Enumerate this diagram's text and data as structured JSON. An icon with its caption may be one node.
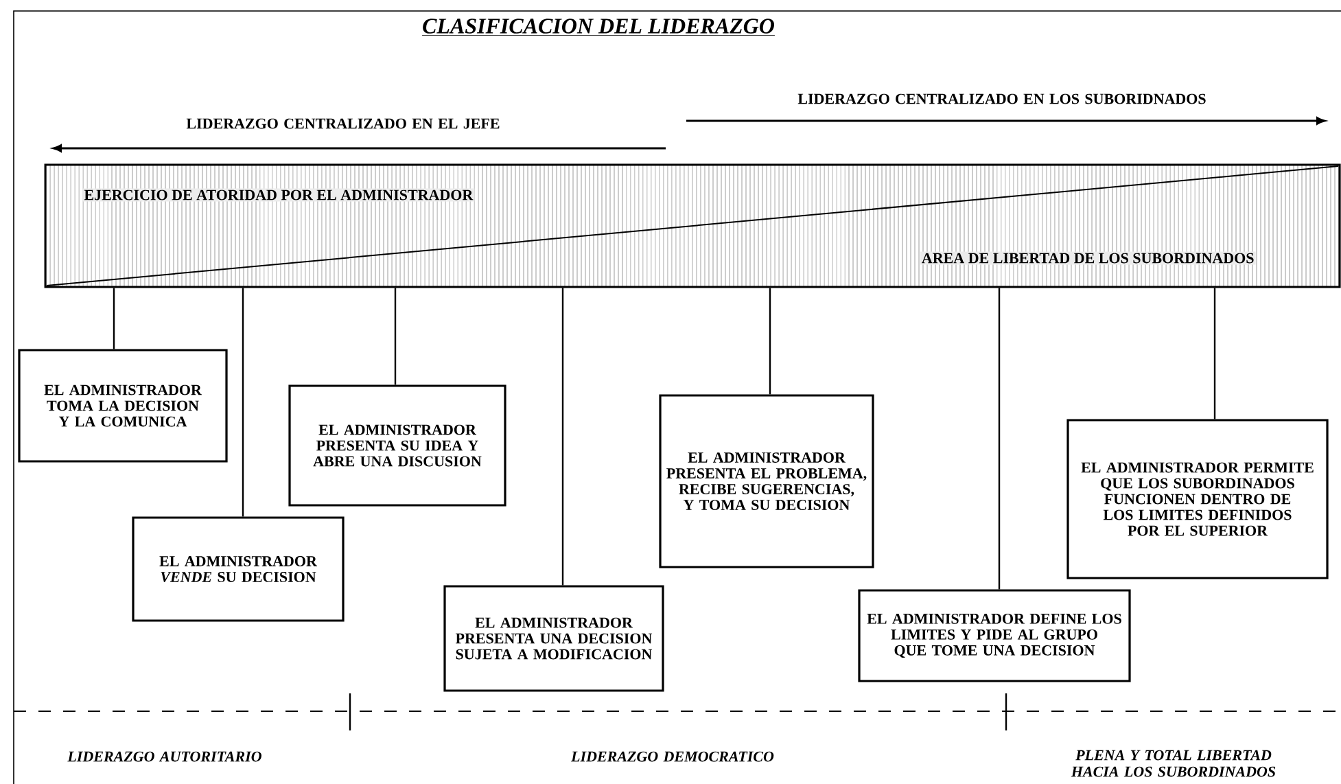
{
  "diagram": {
    "title": "CLASIFICACION DEL LIDERAZGO",
    "nodes": [
      {
        "text": [
          "EJERCICIO DE ATORIDAD POR EL ADMINISTRADOR",
          "AREA DE LIBERTAD DE LOS SUBORDINADOS"
        ]
      },
      {
        "text": [
          "EL ADMINISTRADOR TOMA LA DECISION Y LA COMUNICA"
        ]
      },
      {
        "text": [
          "EL ADMINISTRADOR *VENDE* SU DECISION"
        ]
      },
      {
        "text": [
          "EL ADMINISTRADOR PRESENTA SU IDEA Y ABRE UNA DISCUSION"
        ]
      },
      {
        "text": [
          "EL ADMINISTRADOR PRESENTA UNA DECISION SUJETA A MODIFICACION"
        ]
      },
      {
        "text": [
          "EL ADMINISTRADOR PRESENTA EL PROBLEMA, RECIBE SUGERENCIAS, Y TOMA SU DECISION"
        ]
      },
      {
        "text": [
          "EL ADMINISTRADOR DEFINE LOS LIMITES Y PIDE AL GRUPO QUE TOME UNA DECISION"
        ]
      },
      {
        "text": [
          "EL ADMINISTRADOR PERMITE QUE LOS SUBORDINADOS FUNCIONEN DENTRO DE LOS LIMITES DEFINIDOS POR EL SUPERIOR"
        ]
      }
    ],
    "edges": [
      {
        "from": 0,
        "to": 1,
        "arrow": "none"
      },
      {
        "from": 0,
        "to": 2,
        "arrow": "none"
      },
      {
        "from": 0,
        "to": 3,
        "arrow": "none"
      },
      {
        "from": 0,
        "to": 4,
        "arrow": "none"
      },
      {
        "from": 0,
        "to": 5,
        "arrow": "none"
      },
      {
        "from": 0,
        "to": 6,
        "arrow": "none"
      },
      {
        "from": 0,
        "to": 7,
        "arrow": "none"
      }
    ],
    "labels": [
      "LIDERAZGO CENTRALIZADO EN LOS SUBORIDNADOS",
      "LIDERAZGO CENTRALIZADO EN EL JEFE",
      "LIDERAZGO AUTORITARIO",
      "LIDERAZGO DEMOCRATICO",
      "PLENA Y TOTAL LIBERTAD HACIA LOS SUBORDINADOS"
    ]
  }
}
